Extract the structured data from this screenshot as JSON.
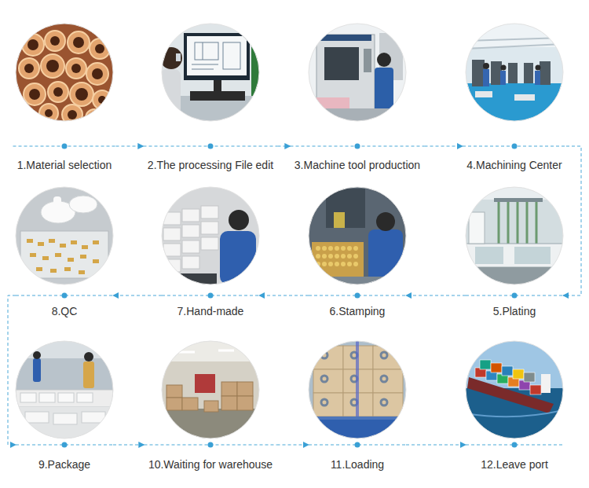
{
  "diagram": {
    "nodes": [
      {
        "text": [
          "1.Material selection"
        ]
      },
      {
        "text": [
          "2.The processing File edit"
        ]
      },
      {
        "text": [
          "3.Machine tool production"
        ]
      },
      {
        "text": [
          "4.Machining Center"
        ]
      },
      {
        "text": [
          "5.Plating"
        ]
      },
      {
        "text": [
          "6.Stamping"
        ]
      },
      {
        "text": [
          "7.Hand-made"
        ]
      },
      {
        "text": [
          "8.QC"
        ]
      },
      {
        "text": [
          "9.Package"
        ]
      },
      {
        "text": [
          "10.Waiting for warehouse"
        ]
      },
      {
        "text": [
          "11.Loading"
        ]
      },
      {
        "text": [
          "12.Leave port"
        ]
      }
    ],
    "edges": [
      {
        "from": 0,
        "to": 1,
        "arrow": "to"
      },
      {
        "from": 1,
        "to": 2,
        "arrow": "to"
      },
      {
        "from": 2,
        "to": 3,
        "arrow": "to"
      },
      {
        "from": 3,
        "to": 4,
        "arrow": "to"
      },
      {
        "from": 4,
        "to": 5,
        "arrow": "to"
      },
      {
        "from": 5,
        "to": 6,
        "arrow": "to"
      },
      {
        "from": 6,
        "to": 7,
        "arrow": "to"
      },
      {
        "from": 7,
        "to": 8,
        "arrow": "to"
      },
      {
        "from": 8,
        "to": 9,
        "arrow": "to"
      },
      {
        "from": 9,
        "to": 10,
        "arrow": "to"
      },
      {
        "from": 10,
        "to": 11,
        "arrow": "to"
      }
    ]
  }
}
